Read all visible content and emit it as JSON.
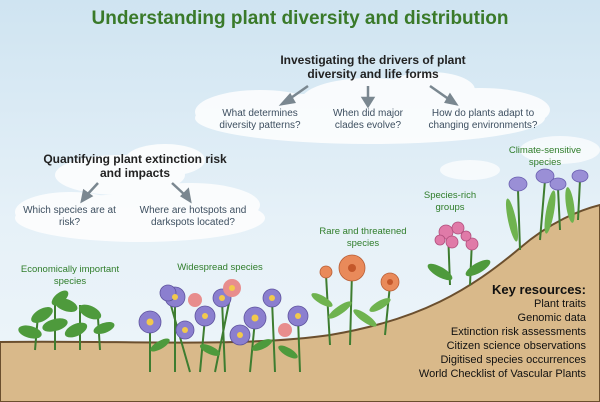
{
  "title": "Understanding plant diversity and distribution",
  "drivers": {
    "heading": "Investigating the drivers of plant diversity and life forms",
    "questions": [
      "What determines diversity patterns?",
      "When did major clades evolve?",
      "How do plants adapt to changing environments?"
    ]
  },
  "extinction": {
    "heading": "Quantifying plant extinction risk and impacts",
    "questions": [
      "Which species are at risk?",
      "Where are hotspots and darkspots located?"
    ]
  },
  "plant_groups": {
    "economically_important": "Economically important species",
    "widespread": "Widespread species",
    "rare_threatened": "Rare and threatened species",
    "species_rich": "Species-rich groups",
    "climate_sensitive": "Climate-sensitive species"
  },
  "key_resources": {
    "title": "Key resources:",
    "items": [
      "Plant traits",
      "Genomic data",
      "Extinction risk assessments",
      "Citizen science observations",
      "Digitised species occurrences",
      "World Checklist of Vascular Plants"
    ]
  },
  "colors": {
    "title": "#3a7a2a",
    "ground": "#d9b98a",
    "ground_edge": "#6b4f2e",
    "leaf": "#4e9a3c",
    "purple_flower": "#8b7fcf",
    "rare_flower": "#e98a5a",
    "pink_flower": "#e07aa8",
    "climate_flower": "#9a8fd6"
  }
}
